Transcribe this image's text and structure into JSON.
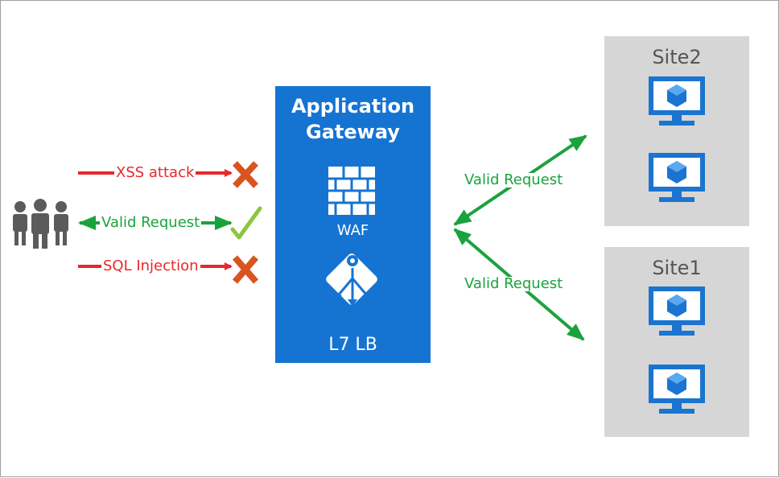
{
  "gateway": {
    "title_line1": "Application",
    "title_line2": "Gateway",
    "waf_label": "WAF",
    "lb_label": "L7 LB",
    "color": "#1574d2"
  },
  "requests": {
    "xss": "XSS attack",
    "valid": "Valid Request",
    "sql": "SQL Injection"
  },
  "backend": {
    "upper_label": "Valid Request",
    "lower_label": "Valid Request"
  },
  "sites": [
    {
      "name": "Site2"
    },
    {
      "name": "Site1"
    }
  ],
  "colors": {
    "attack": "#e8272a",
    "valid": "#1aa33c",
    "blocked_x": "#d9541e",
    "check": "#8cc63f",
    "site_bg": "#d6d6d6",
    "vm": "#1b74d0"
  },
  "icons": [
    "users-icon",
    "firewall-icon",
    "load-balancer-icon",
    "vm-icon",
    "blocked-icon",
    "check-icon"
  ]
}
